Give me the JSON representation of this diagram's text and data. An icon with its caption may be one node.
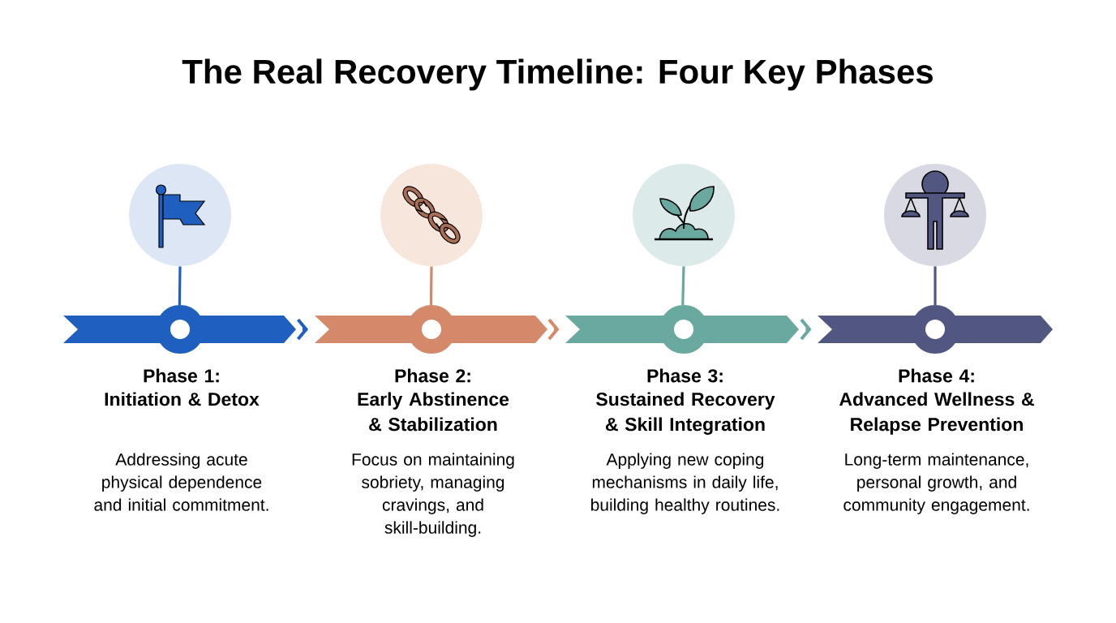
{
  "diagram": {
    "title": "The Real Recovery Timeline: Four Key Phases",
    "nodes": [
      {
        "text": [],
        "shape": "circle"
      },
      {
        "text": [
          "Phase 1:",
          "Initiation & Detox",
          "Addressing acute physical dependence and initial commitment."
        ]
      },
      {
        "text": [],
        "shape": "circle"
      },
      {
        "text": [
          "Phase 2:",
          "Early Abstinence & Stabilization",
          "Focus on maintaining sobriety, managing cravings, and skill-building."
        ]
      },
      {
        "text": [],
        "shape": "circle"
      },
      {
        "text": [
          "Phase 3:",
          "Sustained Recovery & Skill Integration",
          "Applying new coping mechanisms in daily life, building healthy routines."
        ]
      },
      {
        "text": [],
        "shape": "circle"
      },
      {
        "text": [
          "Phase 4:",
          "Advanced Wellness & Relapse Prevention",
          "Long-term maintenance, personal growth, and community engagement."
        ]
      }
    ],
    "edges": [
      {
        "from": 0,
        "to": 1,
        "arrow": "none",
        "color": "#1f5fbf"
      },
      {
        "from": 1,
        "to": 3,
        "arrow": "to",
        "color": "#1f5fbf"
      },
      {
        "from": 2,
        "to": 3,
        "arrow": "none",
        "color": "#d4896a"
      },
      {
        "from": 3,
        "to": 5,
        "arrow": "to",
        "color": "#d4896a"
      },
      {
        "from": 4,
        "to": 5,
        "arrow": "none",
        "color": "#6aa9a0"
      },
      {
        "from": 5,
        "to": 7,
        "arrow": "to",
        "color": "#6aa9a0"
      },
      {
        "from": 6,
        "to": 7,
        "arrow": "none",
        "color": "#525782"
      }
    ]
  }
}
